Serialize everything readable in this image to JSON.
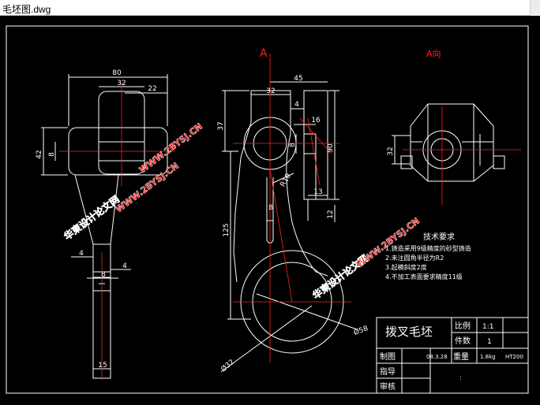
{
  "window": {
    "title": "毛坯图.dwg"
  },
  "colors": {
    "background": "#000000",
    "lines": "#ffffff",
    "center_lines": "#ff2020",
    "watermark": "#ff1a1a"
  },
  "views": {
    "section_marker": "A",
    "view_label": "A向"
  },
  "dimensions": {
    "d80": "80",
    "d32a": "32",
    "d22": "22",
    "d42": "42",
    "d8a": "8",
    "d45": "45",
    "d32b": "32",
    "d4a": "4",
    "d16": "16",
    "d37": "37",
    "d8b": "8",
    "d90": "90",
    "r10": "R10",
    "d13": "13",
    "d8c": "8",
    "d12": "12",
    "d125": "125",
    "d4b": "4",
    "d4c": "4",
    "d8d": "8",
    "d15": "15",
    "d32c": "32",
    "d58": "Ø58",
    "d32d": "Ø32"
  },
  "tech_requirements": {
    "heading": "技术要求",
    "items": [
      "1.铸造采用9级精度的砂型铸造",
      "2.未注圆角半径为R2",
      "3.起模斜度2度",
      "4.不加工表面要求精度11级"
    ]
  },
  "title_block": {
    "part_name": "拨叉毛坯",
    "scale_label": "比例",
    "scale_value": "1:1",
    "qty_label": "件数",
    "qty_value": "1",
    "drawn_label": "制图",
    "date": "08.3.28",
    "weight_label": "重量",
    "weight_value": "1.8kg",
    "material": "HT200",
    "guide_label": "指导",
    "review_label": "审核",
    "colon": ":"
  },
  "watermarks": [
    "华東设计论文网",
    "WWW.2BYSJ.CN"
  ]
}
